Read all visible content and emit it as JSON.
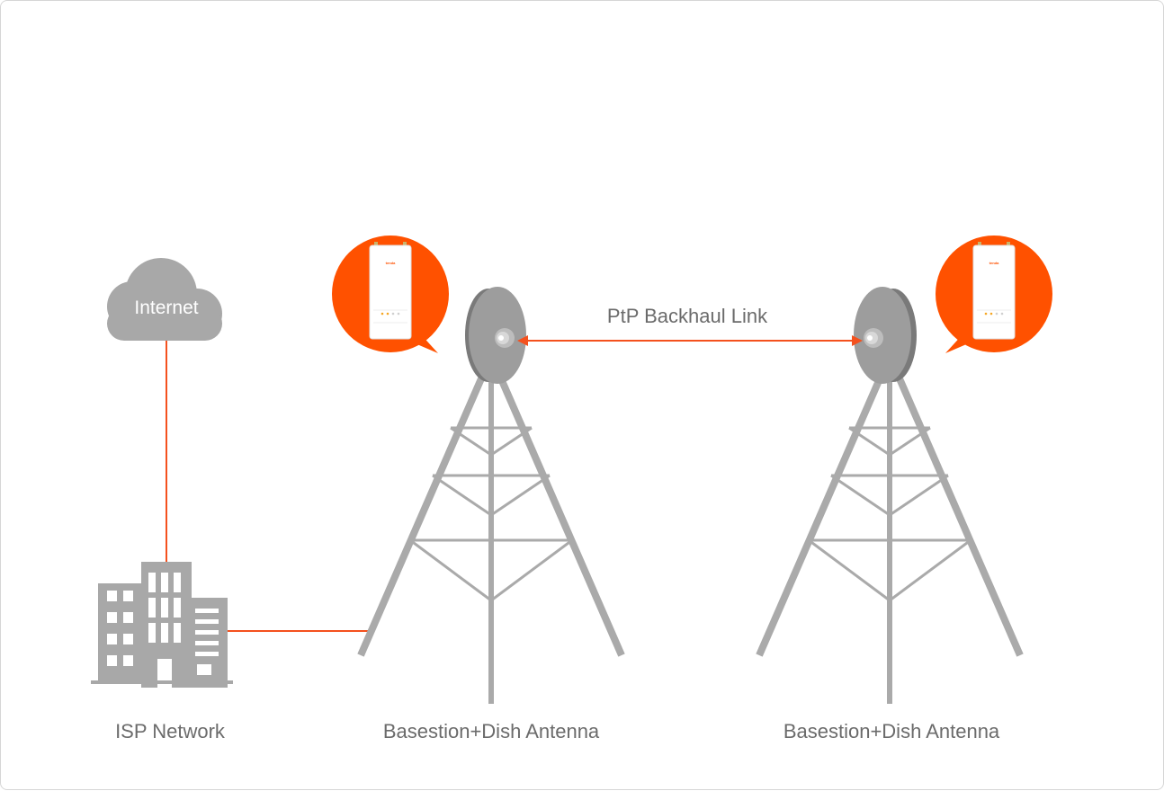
{
  "colors": {
    "accent": "#f4511e",
    "bubble": "#ff5100",
    "gray": "#aaaaaa",
    "dish": "#9a9a9a",
    "text": "#6b6b6b"
  },
  "cloud": {
    "label": "Internet"
  },
  "isp": {
    "label": "ISP Network"
  },
  "towers": [
    {
      "label": "Basestion+Dish Antenna",
      "device_brand": "tenda"
    },
    {
      "label": "Basestion+Dish Antenna",
      "device_brand": "tenda"
    }
  ],
  "link": {
    "label": "PtP Backhaul Link"
  }
}
